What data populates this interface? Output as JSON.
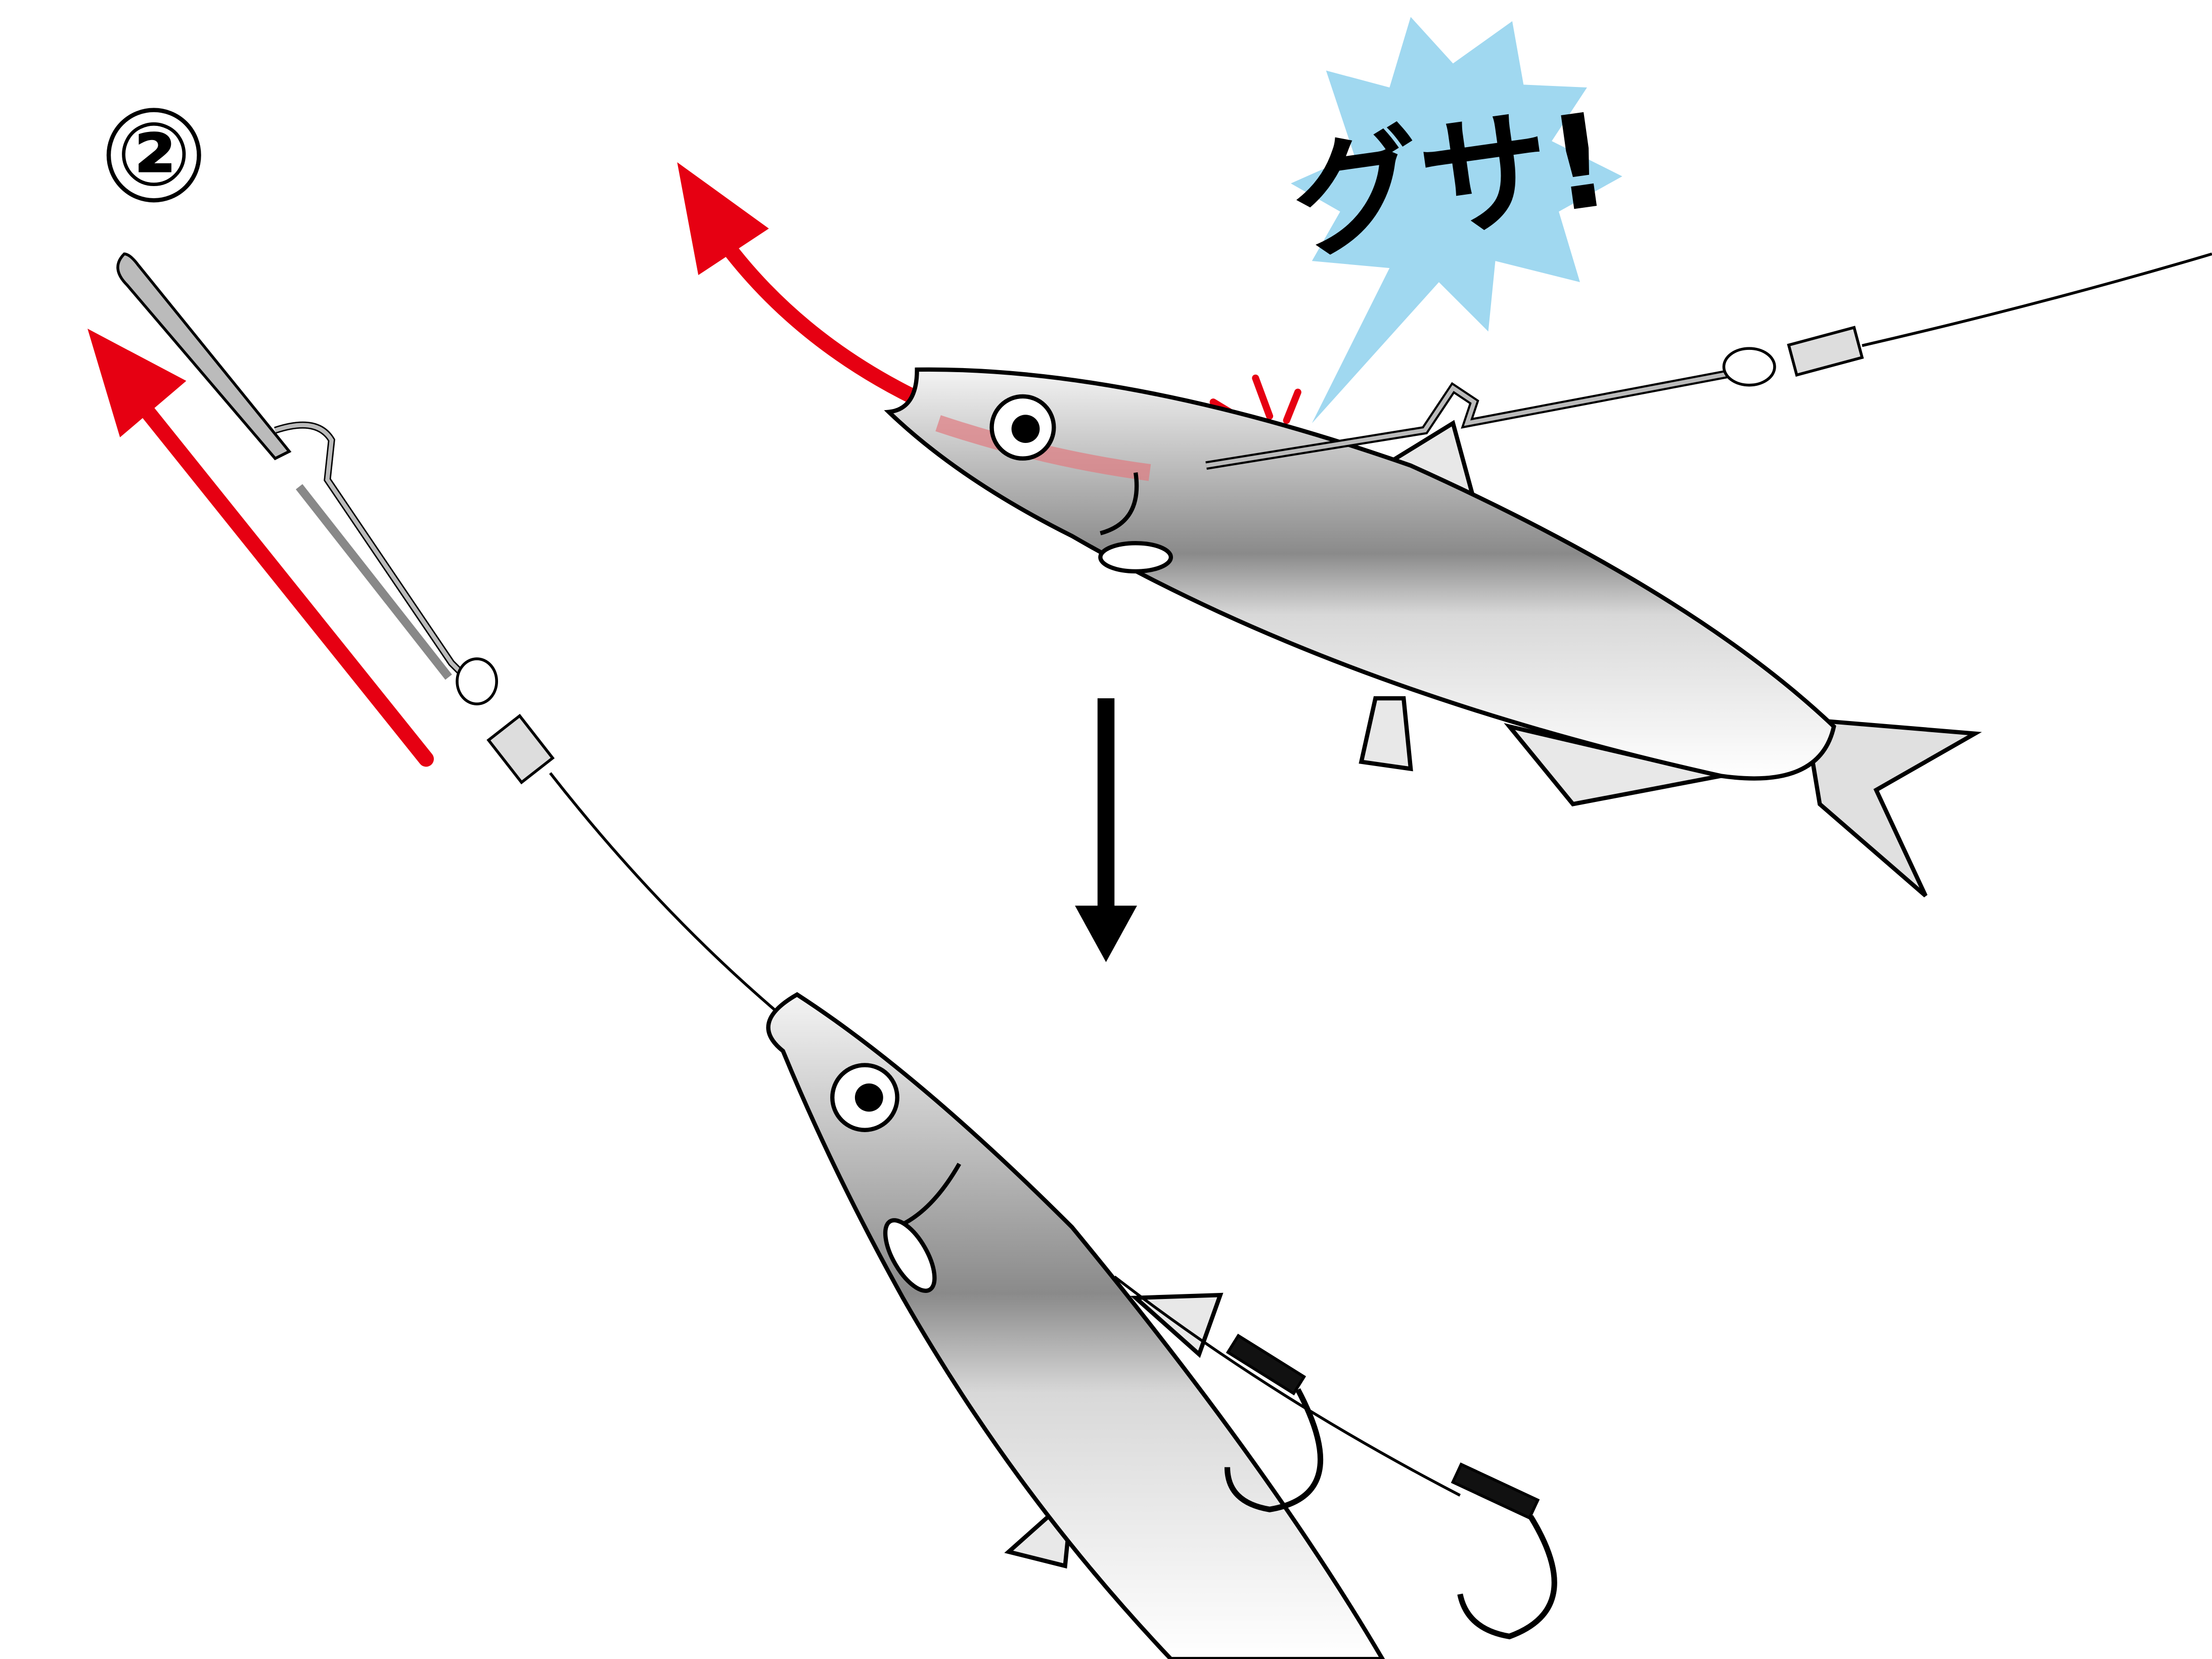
{
  "step_label": "②",
  "sound_effect": "グサ!",
  "colors": {
    "arrow_red": "#e60012",
    "burst_blue": "#a0d8f0",
    "line_black": "#000000",
    "fish_gray": "#a8a8a8"
  },
  "icons": [
    "step-number-badge",
    "red-pull-arrow",
    "down-arrow",
    "impact-burst",
    "fish",
    "hook",
    "wire-clip"
  ]
}
